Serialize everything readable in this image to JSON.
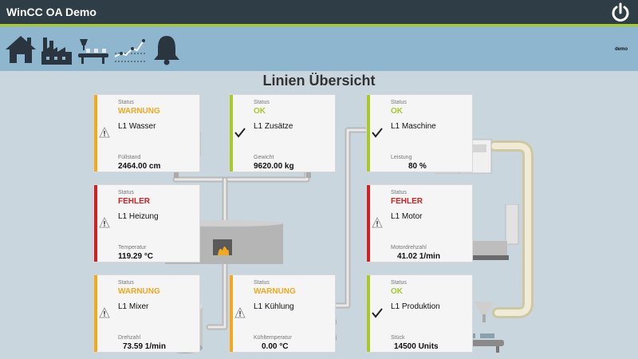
{
  "app": {
    "title": "WinCC OA Demo",
    "user": "demo"
  },
  "toolbar": {
    "icons": [
      "home-icon",
      "factory-icon",
      "production-line-icon",
      "trend-chart-icon",
      "alarm-bell-icon"
    ]
  },
  "page": {
    "title": "Linien Übersicht"
  },
  "status_label": "Status",
  "colors": {
    "warning": "#f2a91f",
    "ok": "#a7c92b",
    "error": "#d42020",
    "header": "#2f3d46",
    "toolbar": "#8fb6cf"
  },
  "cards": [
    {
      "status": "WARNUNG",
      "name": "L1 Wasser",
      "metric": "Füllstand",
      "value": "2464.00 cm"
    },
    {
      "status": "OK",
      "name": "L1 Zusätze",
      "metric": "Gewicht",
      "value": "9620.00 kg"
    },
    {
      "status": "OK",
      "name": "L1 Maschine",
      "metric": "Leistung",
      "value": "80 %"
    },
    {
      "status": "FEHLER",
      "name": "L1 Heizung",
      "metric": "Temperatur",
      "value": "119.29 °C"
    },
    {
      "status": "FEHLER",
      "name": "L1 Motor",
      "metric": "Motordrehzahl",
      "value": "41.02 1/min"
    },
    {
      "status": "WARNUNG",
      "name": "L1 Mixer",
      "metric": "Drehzahl",
      "value": "73.59 1/min"
    },
    {
      "status": "WARNUNG",
      "name": "L1 Kühlung",
      "metric": "Kühltemperatur",
      "value": "0.00 °C"
    },
    {
      "status": "OK",
      "name": "L1 Produktion",
      "metric": "Stück",
      "value": "14500 Units"
    }
  ]
}
